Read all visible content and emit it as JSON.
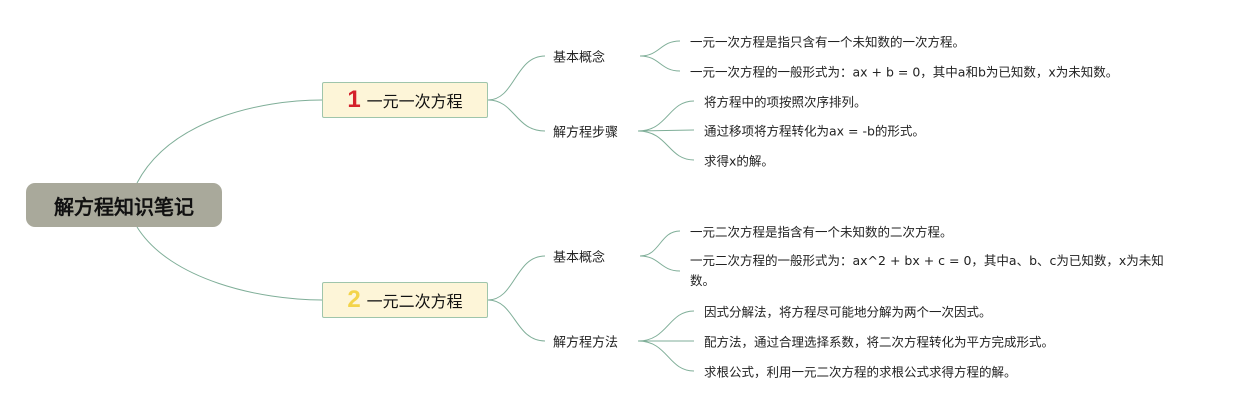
{
  "root": {
    "title": "解方程知识笔记"
  },
  "branches": [
    {
      "number": "1",
      "number_color": "#d4212b",
      "title": "一元一次方程",
      "groups": [
        {
          "label": "基本概念",
          "items": [
            "一元一次方程是指只含有一个未知数的一次方程。",
            "一元一次方程的一般形式为：ax + b = 0，其中a和b为已知数，x为未知数。"
          ]
        },
        {
          "label": "解方程步骤",
          "items": [
            "将方程中的项按照次序排列。",
            "通过移项将方程转化为ax = -b的形式。",
            "求得x的解。"
          ]
        }
      ]
    },
    {
      "number": "2",
      "number_color": "#f3d44a",
      "title": "一元二次方程",
      "groups": [
        {
          "label": "基本概念",
          "items": [
            "一元二次方程是指含有一个未知数的二次方程。",
            "一元二次方程的一般形式为：ax^2 + bx + c = 0，其中a、b、c为已知数，x为未知数。"
          ]
        },
        {
          "label": "解方程方法",
          "items": [
            "因式分解法，将方程尽可能地分解为两个一次因式。",
            "配方法，通过合理选择系数，将二次方程转化为平方完成形式。",
            "求根公式，利用一元二次方程的求根公式求得方程的解。"
          ]
        }
      ]
    }
  ],
  "colors": {
    "line": "#7fae98",
    "root_bg": "#a9a99b",
    "branch_bg": "#fdf5d8"
  }
}
